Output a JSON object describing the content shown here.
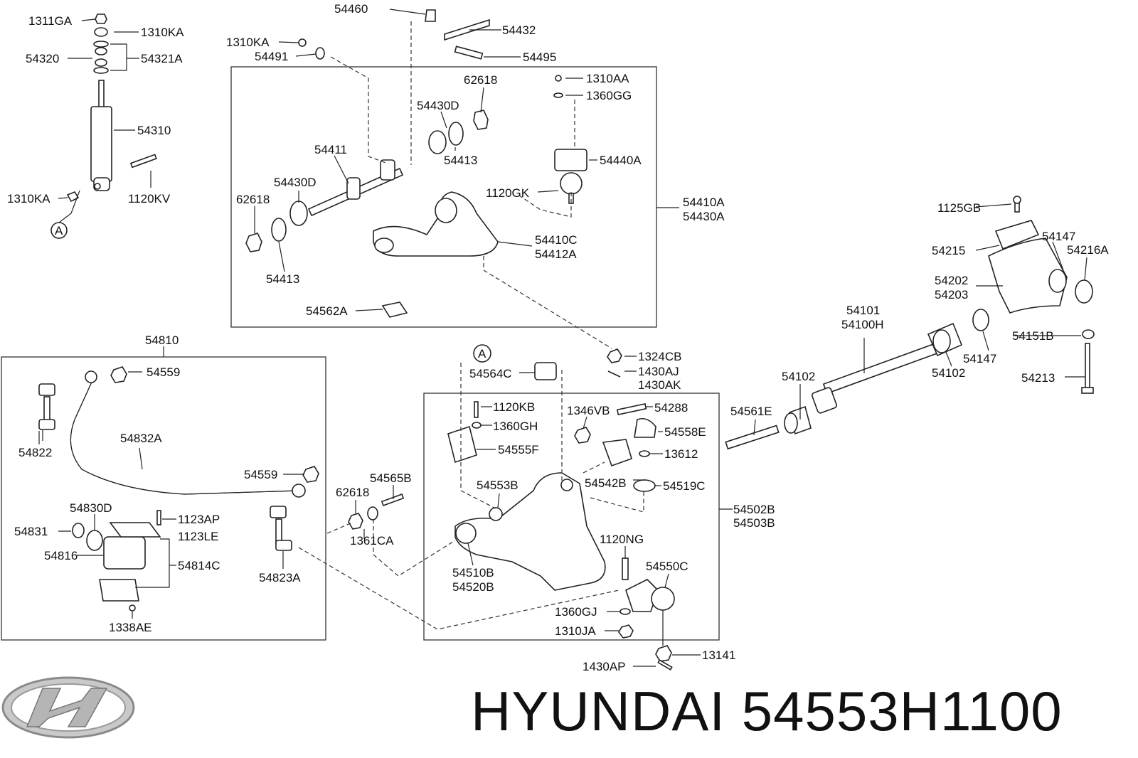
{
  "caption": "HYUNDAI 54553H1100",
  "callouts": {
    "1311GA": "1311GA",
    "1310KA_top": "1310KA",
    "54320": "54320",
    "54321A": "54321A",
    "54310": "54310",
    "1310KA_low": "1310KA",
    "1120KV": "1120KV",
    "A1": "A",
    "54460": "54460",
    "54432": "54432",
    "1310KA_mid": "1310KA",
    "54491": "54491",
    "54495": "54495",
    "62618_a": "62618",
    "54430D_a": "54430D",
    "54411": "54411",
    "54413_a": "54413",
    "54430D_b": "54430D",
    "62618_b": "62618",
    "54413_b": "54413",
    "1310AA": "1310AA",
    "1360GG": "1360GG",
    "54440A": "54440A",
    "1120GK": "1120GK",
    "54410A": "54410A",
    "54430A": "54430A",
    "54410C": "54410C",
    "54412A": "54412A",
    "54562A": "54562A",
    "1125GB": "1125GB",
    "54215": "54215",
    "54147_a": "54147",
    "54216A": "54216A",
    "54202": "54202",
    "54203": "54203",
    "54101": "54101",
    "54100H": "54100H",
    "54151B": "54151B",
    "54147_b": "54147",
    "54102_a": "54102",
    "54102_b": "54102",
    "54213": "54213",
    "54561E": "54561E",
    "54810": "54810",
    "54559_a": "54559",
    "54832A": "54832A",
    "54822": "54822",
    "54559_b": "54559",
    "54830D": "54830D",
    "1123AP": "1123AP",
    "1123LE": "1123LE",
    "54831": "54831",
    "54816": "54816",
    "54814C": "54814C",
    "54823A": "54823A",
    "1338AE": "1338AE",
    "A2": "A",
    "54564C": "54564C",
    "1324CB": "1324CB",
    "1430AJ": "1430AJ",
    "1430AK": "1430AK",
    "1120KB": "1120KB",
    "1360GH": "1360GH",
    "1346VB": "1346VB",
    "54288": "54288",
    "54555F": "54555F",
    "54558E": "54558E",
    "13612": "13612",
    "54565B": "54565B",
    "62618_c": "62618",
    "54553B": "54553B",
    "54542B": "54542B",
    "54519C": "54519C",
    "1361CA": "1361CA",
    "54502B": "54502B",
    "54503B": "54503B",
    "1120NG": "1120NG",
    "54510B": "54510B",
    "54520B": "54520B",
    "54550C": "54550C",
    "1360GJ": "1360GJ",
    "1310JA": "1310JA",
    "13141": "13141",
    "1430AP": "1430AP"
  }
}
